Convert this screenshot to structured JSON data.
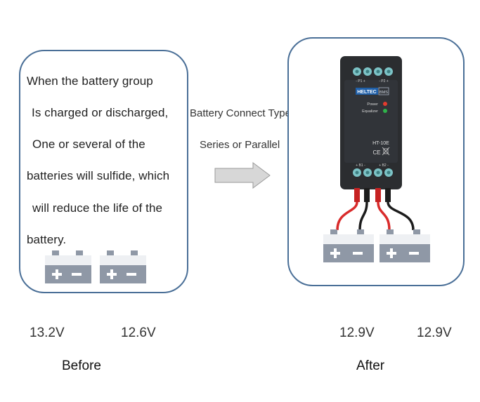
{
  "before_panel": {
    "description_lines": [
      "When the battery group",
      "Is charged or discharged,",
      "One or several of the",
      "batteries will sulfide, which",
      "will reduce the life of the",
      "battery."
    ]
  },
  "middle": {
    "line1": "Battery Connect Type",
    "line2": "Series or Parallel"
  },
  "device": {
    "brand": "HELTEC",
    "brand_suffix": "BMS",
    "model": "HT-10E",
    "power_label": "Power",
    "equalizer_label": "Equalizer",
    "top_terminal_left": "- P1 +",
    "top_terminal_right": "- P2 +",
    "bottom_terminal_left": "+ B1 -",
    "bottom_terminal_right": "+ B2 -",
    "cert_mark": "CE"
  },
  "voltages": {
    "before": [
      "13.2V",
      "12.6V"
    ],
    "after": [
      "12.9V",
      "12.9V"
    ]
  },
  "captions": {
    "before": "Before",
    "after": "After"
  },
  "colors": {
    "panel_border": "#4a6f97",
    "battery_gray": "#8f98a6",
    "battery_light": "#eef0f3",
    "arrow_gray": "#d7d7d7",
    "device_body": "#2b2d30",
    "terminal_teal": "#7cc3c6",
    "led_red": "#e33b2e",
    "led_green": "#2fb34a",
    "wire_red": "#d92b2b",
    "wire_black": "#1c1c1c"
  }
}
